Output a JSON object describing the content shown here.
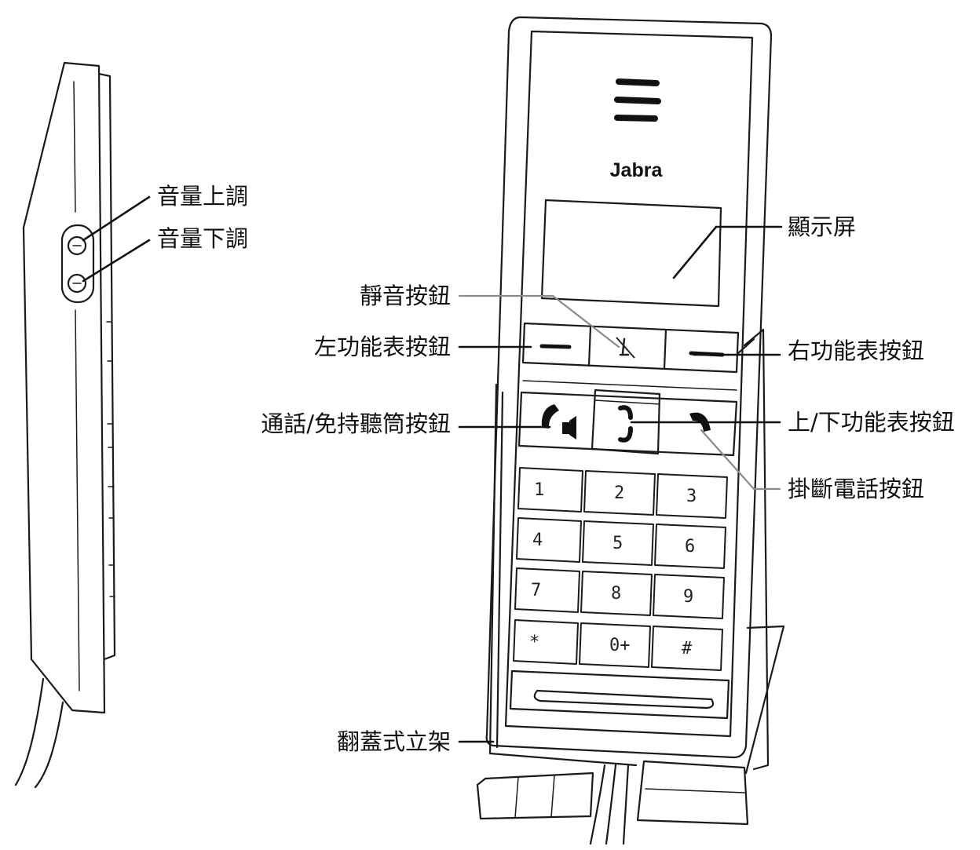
{
  "brand": "Jabra",
  "keypad": [
    "1",
    "2",
    "3",
    "4",
    "5",
    "6",
    "7",
    "8",
    "9",
    "*",
    "0+",
    "#"
  ],
  "labels": {
    "volume_up": "音量上調",
    "volume_down": "音量下調",
    "display": "顯示屏",
    "mute": "靜音按鈕",
    "left_menu": "左功能表按鈕",
    "right_menu": "右功能表按鈕",
    "call_speaker": "通話/免持聽筒按鈕",
    "up_down_menu": "上/下功能表按鈕",
    "hang_up": "掛斷電話按鈕",
    "flip_stand": "翻蓋式立架"
  }
}
